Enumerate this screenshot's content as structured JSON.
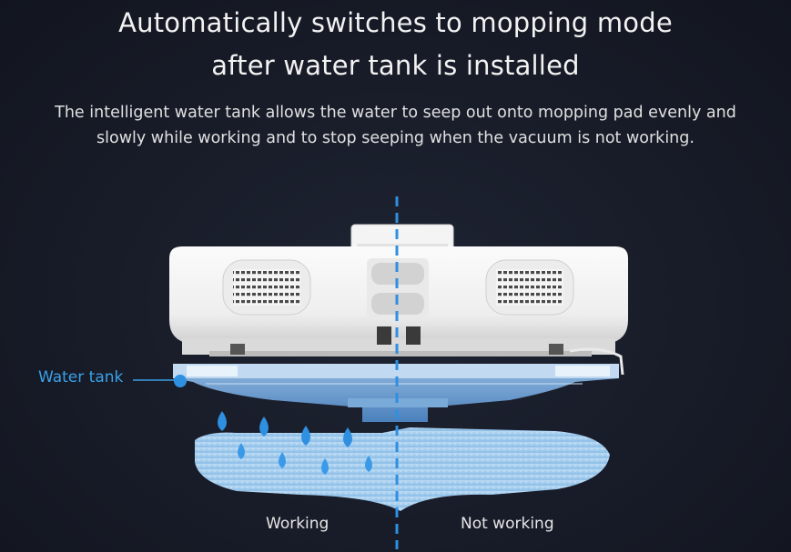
{
  "headline": {
    "line1": "Automatically switches to mopping mode",
    "line2": "after water tank is installed"
  },
  "description": {
    "line1": "The intelligent water tank allows the water to seep out onto mopping pad evenly and",
    "line2": "slowly while working and to stop seeping when the vacuum is not working."
  },
  "callout": {
    "label": "Water tank"
  },
  "captions": {
    "left": "Working",
    "right": "Not working"
  },
  "colors": {
    "accent": "#3aa0e8",
    "water": "#2f8fe0",
    "background": "#181c28"
  }
}
